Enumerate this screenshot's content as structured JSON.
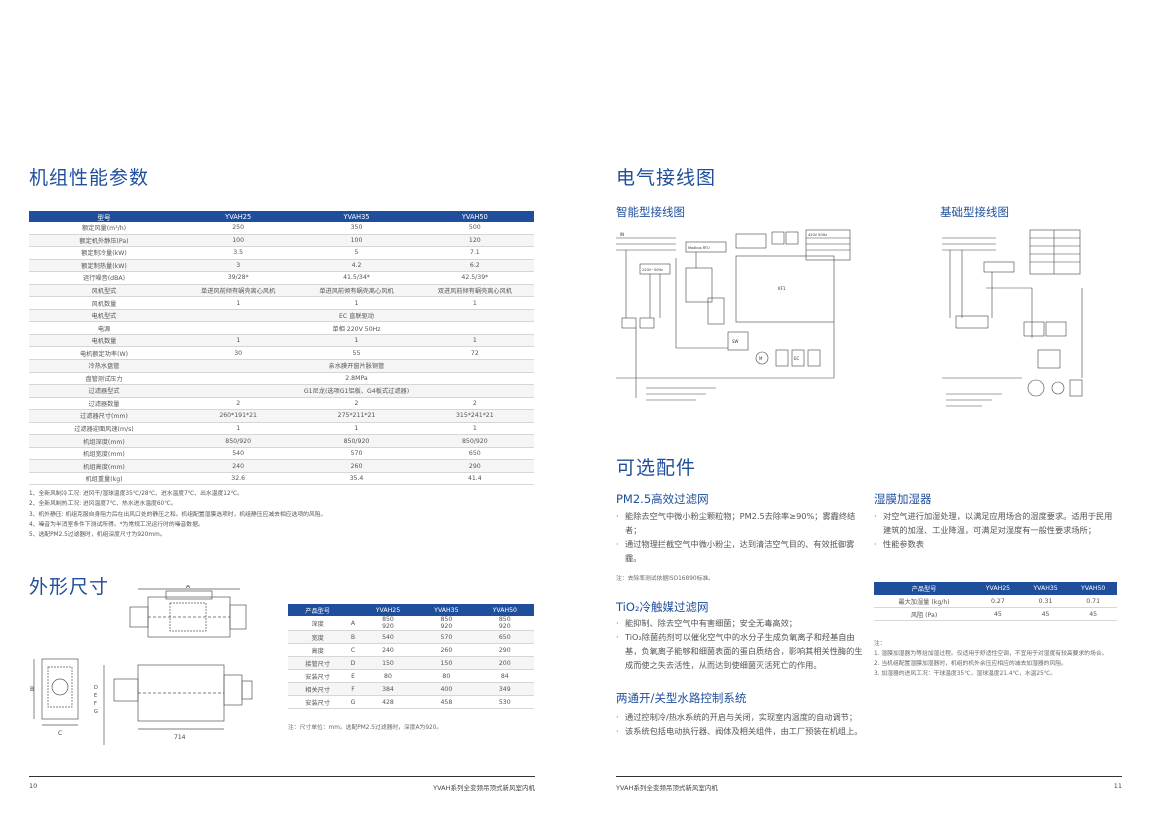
{
  "left": {
    "spec_title": "机组性能参数",
    "spec_table": {
      "headers": [
        "型号",
        "YVAH25",
        "YVAH35",
        "YVAH50"
      ],
      "rows": [
        {
          "label": "额定风量(m³/h)",
          "cells": [
            "250",
            "350",
            "500"
          ]
        },
        {
          "label": "额定机外静压(Pa)",
          "cells": [
            "100",
            "100",
            "120"
          ]
        },
        {
          "label": "额定制冷量(kW)",
          "cells": [
            "3.5",
            "5",
            "7.1"
          ]
        },
        {
          "label": "额定制热量(kW)",
          "cells": [
            "3",
            "4.2",
            "6.2"
          ]
        },
        {
          "label": "运行噪音(dBA)",
          "cells": [
            "39/28*",
            "41.5/34*",
            "42.5/39*"
          ]
        },
        {
          "label": "风机型式",
          "cells": [
            "单进风前倾有蜗壳离心风机",
            "单进风前倾有蜗壳离心风机",
            "双进风前倾有蜗壳离心风机"
          ]
        },
        {
          "label": "风机数量",
          "cells": [
            "1",
            "1",
            "1"
          ]
        },
        {
          "label": "电机型式",
          "span": "EC 直联驱动"
        },
        {
          "label": "电源",
          "span": "单相 220V 50Hz"
        },
        {
          "label": "电机数量",
          "cells": [
            "1",
            "1",
            "1"
          ]
        },
        {
          "label": "电机额定功率(W)",
          "cells": [
            "30",
            "55",
            "72"
          ]
        },
        {
          "label": "冷热水盘管",
          "span": "亲水膜开窗片胀铜管"
        },
        {
          "label": "盘管测试压力",
          "span": "2.8MPa"
        },
        {
          "label": "过滤器型式",
          "span": "G1尼龙(选项G1铝板、G4板式过滤器)"
        },
        {
          "label": "过滤器数量",
          "cells": [
            "2",
            "2",
            "2"
          ]
        },
        {
          "label": "过滤器尺寸(mm)",
          "cells": [
            "260*191*21",
            "275*211*21",
            "315*241*21"
          ]
        },
        {
          "label": "过滤器迎面风速(m/s)",
          "cells": [
            "1",
            "1",
            "1"
          ]
        },
        {
          "label": "机组深度(mm)",
          "cells": [
            "850/920",
            "850/920",
            "850/920"
          ]
        },
        {
          "label": "机组宽度(mm)",
          "cells": [
            "540",
            "570",
            "650"
          ]
        },
        {
          "label": "机组高度(mm)",
          "cells": [
            "240",
            "260",
            "290"
          ]
        },
        {
          "label": "机组重量(kg)",
          "cells": [
            "32.6",
            "35.4",
            "41.4"
          ]
        }
      ]
    },
    "notes": [
      "1、全新风制冷工况: 进风干/湿球温度35℃/28℃、进水温度7℃、出水温度12℃。",
      "2、全新风制热工况: 进风温度7℃、热水进水温度60℃。",
      "3、机外静压: 机组克服自身阻力后在出风口处的静压之和。机组配置湿膜选项时，机组静压应减去相应选项的风阻。",
      "4、噪音为半消室条件下测试所得。*为常规工况运行时的噪音数据。",
      "5、选配PM2.5过滤器时，机组深度尺寸为920mm。"
    ],
    "dim_title": "外形尺寸",
    "drawing_labels": {
      "A": "A",
      "B": "B",
      "C": "C",
      "D": "D",
      "E": "E",
      "F": "F",
      "G": "G",
      "w714": "714"
    },
    "dim_table": {
      "headers": [
        "产品型号",
        "",
        "YVAH25",
        "YVAH35",
        "YVAH50"
      ],
      "rows": [
        {
          "name": "深度",
          "code": "A",
          "cells": [
            [
              "850",
              "920"
            ],
            [
              "850",
              "920"
            ],
            [
              "850",
              "920"
            ]
          ]
        },
        {
          "name": "宽度",
          "code": "B",
          "cells": [
            [
              "540"
            ],
            [
              "570"
            ],
            [
              "650"
            ]
          ]
        },
        {
          "name": "高度",
          "code": "C",
          "cells": [
            [
              "240"
            ],
            [
              "260"
            ],
            [
              "290"
            ]
          ]
        },
        {
          "name": "接管尺寸",
          "code": "D",
          "cells": [
            [
              "150"
            ],
            [
              "150"
            ],
            [
              "200"
            ]
          ]
        },
        {
          "name": "安装尺寸",
          "code": "E",
          "cells": [
            [
              "80"
            ],
            [
              "80"
            ],
            [
              "84"
            ]
          ]
        },
        {
          "name": "相关尺寸",
          "code": "F",
          "cells": [
            [
              "384"
            ],
            [
              "400"
            ],
            [
              "349"
            ]
          ]
        },
        {
          "name": "安装尺寸",
          "code": "G",
          "cells": [
            [
              "428"
            ],
            [
              "458"
            ],
            [
              "530"
            ]
          ]
        }
      ]
    },
    "dim_note": "注：尺寸单位：mm。选配PM2.5过滤器时，深度A为920。",
    "page_number": "10",
    "footer_text": "YVAH系列全变频吊顶式新风室内机"
  },
  "right": {
    "wiring_title": "电气接线图",
    "smart_title": "智能型接线图",
    "basic_title": "基础型接线图",
    "wiring_labels": {
      "in": "IN",
      "t2": "220V~50Hz",
      "t3": "420V 50Hz",
      "mod": "Modbus RTU",
      "t5": "KF1",
      "t6": "SW",
      "t7": "M",
      "t8": "EC"
    },
    "options_title": "可选配件",
    "pm_title": "PM2.5高效过滤网",
    "pm_items": [
      "能除去空气中微小粉尘颗粒物；PM2.5去除率≥90%；雾霾终结者；",
      "通过物理拦截空气中微小粉尘，达到清洁空气目的、有效抵御雾霾。"
    ],
    "pm_note": "注：去除率测试依据ISO16890标准。",
    "tio_title": "TiO₂冷触媒过滤网",
    "tio_items": [
      "能抑制、除去空气中有害细菌；安全无毒高效；",
      "TiO₂除菌药剂可以催化空气中的水分子生成负氧离子和羟基自由基，负氧离子能够和细菌表面的蛋白质结合，影响其相关性酶的生成而使之失去活性，从而达到使细菌灭活死亡的作用。"
    ],
    "valve_title": "两通开/关型水路控制系统",
    "valve_items": [
      "通过控制冷/热水系统的开启与关闭，实现室内温度的自动调节；",
      "该系统包括电动执行器、阀体及相关组件，由工厂预装在机组上。"
    ],
    "hum_title": "湿膜加湿器",
    "hum_items": [
      "对空气进行加湿处理，以满足应用场合的湿度要求。适用于民用建筑的加湿、工业降温，可满足对湿度有一般性要求场所；",
      "性能参数表"
    ],
    "hum_table": {
      "headers": [
        "产品型号",
        "YVAH25",
        "YVAH35",
        "YVAH50"
      ],
      "rows": [
        {
          "label": "最大加湿量 (kg/h)",
          "cells": [
            "0.27",
            "0.31",
            "0.71"
          ]
        },
        {
          "label": "风阻 (Pa)",
          "cells": [
            "45",
            "45",
            "45"
          ]
        }
      ]
    },
    "hum_note_title": "注：",
    "hum_notes": [
      "1. 湿膜加湿器为等焓加湿过程。仅适用于舒适性空调，不宜用于对湿度有较高要求的场合。",
      "2. 当机组配置湿膜加湿器时，机组的机外余压应相应的减去加湿器的风阻。",
      "3. 加湿器的进风工况：干球温度35℃，湿球温度21.4℃，水温25℃。"
    ],
    "footer_text": "YVAH系列全变频吊顶式新风室内机",
    "page_number": "11"
  }
}
